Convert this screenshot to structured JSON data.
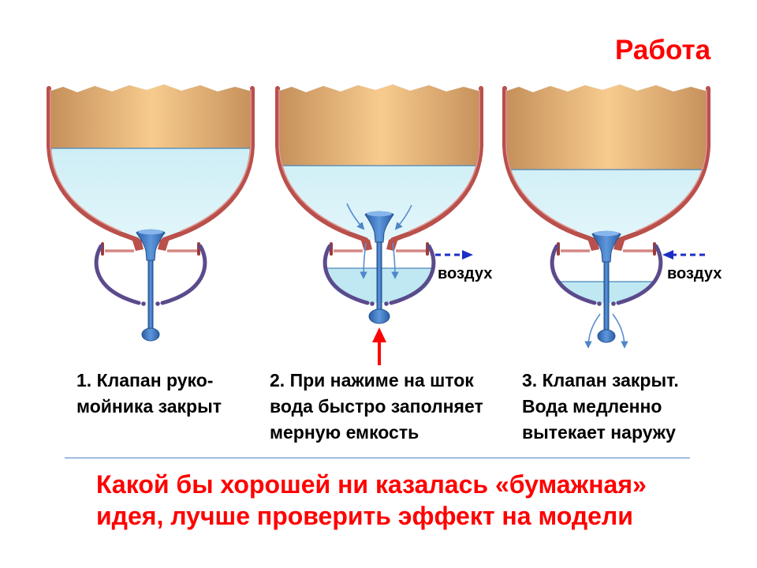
{
  "title": "Работа",
  "air_labels": {
    "stage_2": "воздух",
    "stage_3": "воздух"
  },
  "captions": [
    {
      "lines": [
        "1. Клапан руко-",
        "мойника закрыт"
      ]
    },
    {
      "lines": [
        "2. При нажиме на шток",
        "вода быстро заполняет",
        "мерную емкость"
      ]
    },
    {
      "lines": [
        "3. Клапан закрыт.",
        "Вода медленно",
        "вытекает наружу"
      ]
    }
  ],
  "conclusion": {
    "lines": [
      "Какой бы хорошей ни казалась «бумажная»",
      "идея, лучше проверить эффект на модели"
    ]
  },
  "colors": {
    "accent": "#ff0000",
    "wall": "#b9504c",
    "brown_edge": "#c38d58",
    "brown_mid": "#f7cb8e",
    "water_top": "#bfe8f2",
    "water_bottom": "#e4f7fb",
    "valve": "#2a5ea6",
    "cup": "#5b4a8c",
    "air_arrow": "#1c2fc4",
    "push_arrow": "#ff0000",
    "divider": "#4f81bd"
  }
}
